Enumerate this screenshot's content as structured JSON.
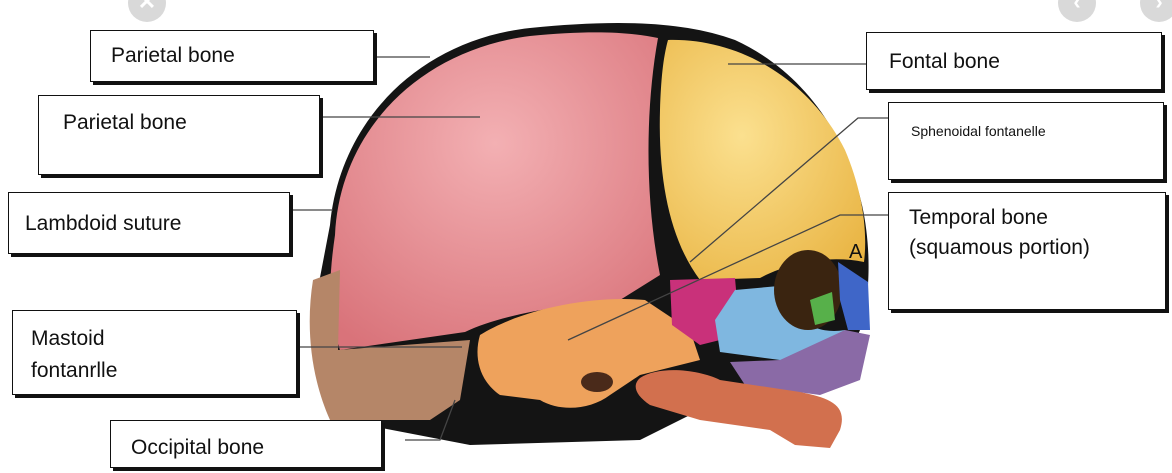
{
  "labels": {
    "parietal_1": "Parietal bone",
    "parietal_2": "Parietal bone",
    "lambdoid": "Lambdoid suture",
    "mastoid": "Mastoid\nfontanrlle",
    "occipital": "Occipital bone",
    "frontal": "Fontal bone",
    "sphenoidal": "Sphenoidal fontanelle",
    "temporal": "Temporal bone\n(squamous portion)",
    "point_a": "A"
  },
  "icons": {
    "close": "close-icon",
    "previous": "chevron-left-icon",
    "next": "chevron-right-icon"
  },
  "colors": {
    "parietal": "#e58a8e",
    "frontal": "#f3c95a",
    "temporal": "#eea25c",
    "occipital": "#b58668",
    "sphenoid": "#c9317a",
    "zygomatic": "#7fb7e0",
    "maxilla": "#8a6aa6",
    "nasal": "#3f66c8",
    "mandible": "#d2704e",
    "fontanelle": "#141414"
  },
  "glyphs": {
    "close": "✕",
    "previous": "‹",
    "next": "›"
  }
}
